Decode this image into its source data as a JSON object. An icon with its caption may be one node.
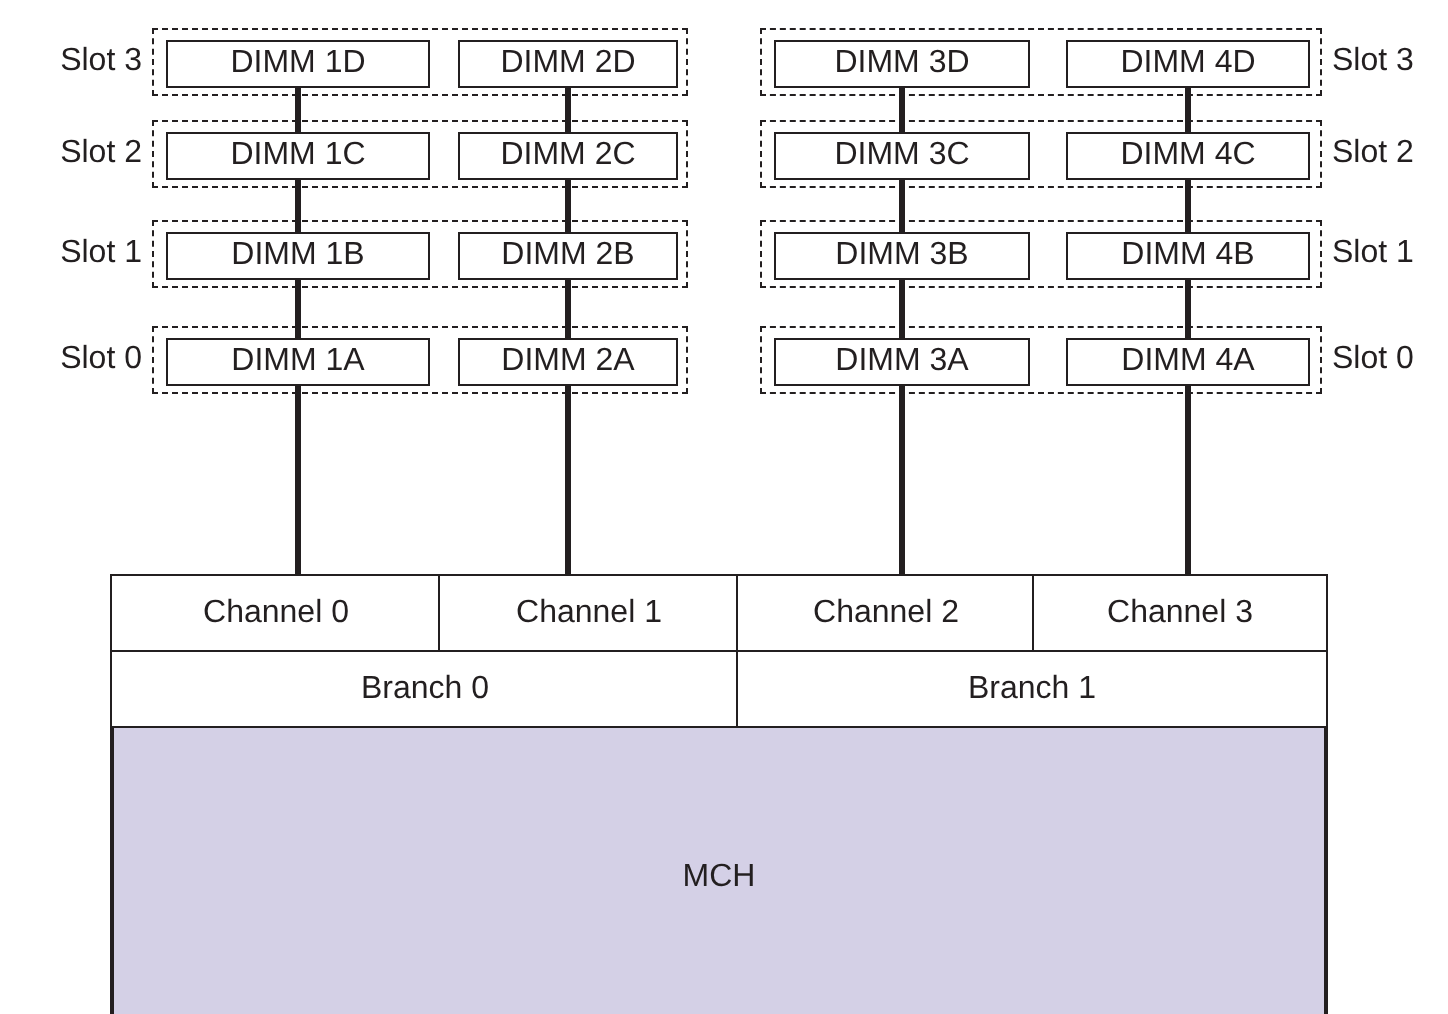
{
  "diagram": {
    "nodes": [
      {
        "text": [],
        "shape": "box",
        "beside": [
          "Slot 3"
        ]
      },
      {
        "text": [
          "DIMM 1D"
        ],
        "in": 0
      },
      {
        "text": [
          "DIMM 2D"
        ],
        "in": 0
      },
      {
        "text": [],
        "shape": "box",
        "beside": [
          "Slot 3"
        ]
      },
      {
        "text": [
          "DIMM 3D"
        ],
        "in": 3
      },
      {
        "text": [
          "DIMM 4D"
        ],
        "in": 3
      },
      {
        "text": [],
        "shape": "box",
        "beside": [
          "Slot 2"
        ]
      },
      {
        "text": [
          "DIMM 1C"
        ],
        "in": 6
      },
      {
        "text": [
          "DIMM 2C"
        ],
        "in": 6
      },
      {
        "text": [],
        "shape": "box",
        "beside": [
          "Slot 2"
        ]
      },
      {
        "text": [
          "DIMM 3C"
        ],
        "in": 9
      },
      {
        "text": [
          "DIMM 4C"
        ],
        "in": 9
      },
      {
        "text": [],
        "shape": "box",
        "beside": [
          "Slot 1"
        ]
      },
      {
        "text": [
          "DIMM 1B"
        ],
        "in": 12
      },
      {
        "text": [
          "DIMM 2B"
        ],
        "in": 12
      },
      {
        "text": [],
        "shape": "box",
        "beside": [
          "Slot 1"
        ]
      },
      {
        "text": [
          "DIMM 3B"
        ],
        "in": 15
      },
      {
        "text": [
          "DIMM 4B"
        ],
        "in": 15
      },
      {
        "text": [],
        "shape": "box",
        "beside": [
          "Slot 0"
        ]
      },
      {
        "text": [
          "DIMM 1A"
        ],
        "in": 18
      },
      {
        "text": [
          "DIMM 2A"
        ],
        "in": 18
      },
      {
        "text": [],
        "shape": "box",
        "beside": [
          "Slot 0"
        ]
      },
      {
        "text": [
          "DIMM 3A"
        ],
        "in": 21
      },
      {
        "text": [
          "DIMM 4A"
        ],
        "in": 21
      },
      {
        "text": [
          "MCH"
        ]
      },
      {
        "text": [
          "Channel 0"
        ],
        "in": 24
      },
      {
        "text": [
          "Channel 1"
        ],
        "in": 24
      },
      {
        "text": [
          "Channel 2"
        ],
        "in": 24
      },
      {
        "text": [
          "Channel 3"
        ],
        "in": 24
      },
      {
        "text": [
          "Branch 0"
        ],
        "in": 24
      },
      {
        "text": [
          "Branch 1"
        ],
        "in": 24
      }
    ],
    "edges": [
      {
        "from": 25,
        "to": 19,
        "arrow": "none"
      },
      {
        "from": 19,
        "to": 13,
        "arrow": "none"
      },
      {
        "from": 13,
        "to": 7,
        "arrow": "none"
      },
      {
        "from": 7,
        "to": 1,
        "arrow": "none"
      },
      {
        "from": 26,
        "to": 20,
        "arrow": "none"
      },
      {
        "from": 20,
        "to": 14,
        "arrow": "none"
      },
      {
        "from": 14,
        "to": 8,
        "arrow": "none"
      },
      {
        "from": 8,
        "to": 2,
        "arrow": "none"
      },
      {
        "from": 27,
        "to": 22,
        "arrow": "none"
      },
      {
        "from": 22,
        "to": 16,
        "arrow": "none"
      },
      {
        "from": 16,
        "to": 10,
        "arrow": "none"
      },
      {
        "from": 10,
        "to": 4,
        "arrow": "none"
      },
      {
        "from": 28,
        "to": 23,
        "arrow": "none"
      },
      {
        "from": 23,
        "to": 17,
        "arrow": "none"
      },
      {
        "from": 17,
        "to": 11,
        "arrow": "none"
      },
      {
        "from": 11,
        "to": 5,
        "arrow": "none"
      }
    ]
  }
}
